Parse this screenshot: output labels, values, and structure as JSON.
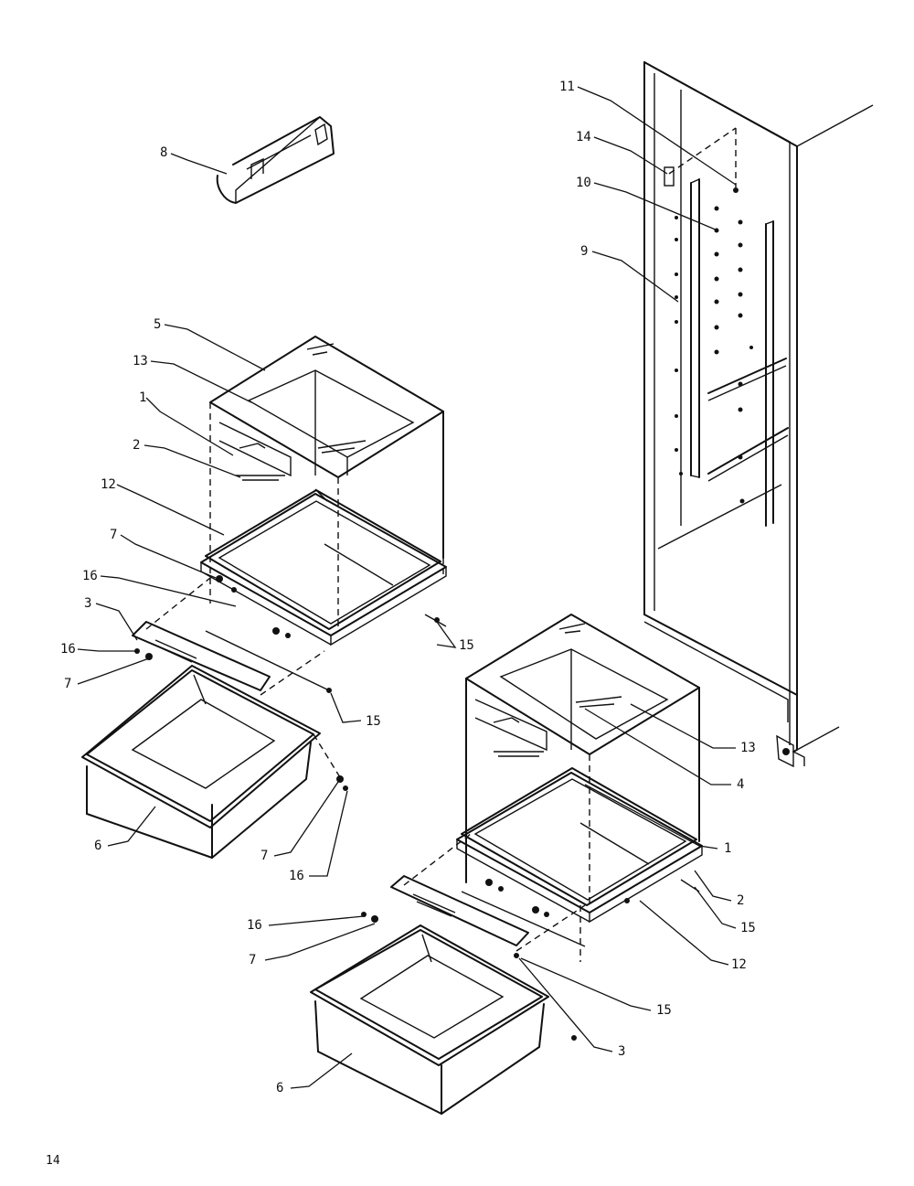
{
  "page_number": "14",
  "callouts": [
    {
      "id": "c11",
      "label": "11"
    },
    {
      "id": "c14",
      "label": "14"
    },
    {
      "id": "c10",
      "label": "10"
    },
    {
      "id": "c9",
      "label": "9"
    },
    {
      "id": "c8",
      "label": "8"
    },
    {
      "id": "c5",
      "label": "5"
    },
    {
      "id": "c13a",
      "label": "13"
    },
    {
      "id": "c1a",
      "label": "1"
    },
    {
      "id": "c2a",
      "label": "2"
    },
    {
      "id": "c12a",
      "label": "12"
    },
    {
      "id": "c7a",
      "label": "7"
    },
    {
      "id": "c16a",
      "label": "16"
    },
    {
      "id": "c3a",
      "label": "3"
    },
    {
      "id": "c16b",
      "label": "16"
    },
    {
      "id": "c7b",
      "label": "7"
    },
    {
      "id": "c15a",
      "label": "15"
    },
    {
      "id": "c15b",
      "label": "15"
    },
    {
      "id": "c6a",
      "label": "6"
    },
    {
      "id": "c7c",
      "label": "7"
    },
    {
      "id": "c16c",
      "label": "16"
    },
    {
      "id": "c13b",
      "label": "13"
    },
    {
      "id": "c4",
      "label": "4"
    },
    {
      "id": "c1b",
      "label": "1"
    },
    {
      "id": "c2b",
      "label": "2"
    },
    {
      "id": "c15c",
      "label": "15"
    },
    {
      "id": "c12b",
      "label": "12"
    },
    {
      "id": "c16d",
      "label": "16"
    },
    {
      "id": "c7d",
      "label": "7"
    },
    {
      "id": "c15d",
      "label": "15"
    },
    {
      "id": "c3b",
      "label": "3"
    },
    {
      "id": "c6b",
      "label": "6"
    }
  ]
}
